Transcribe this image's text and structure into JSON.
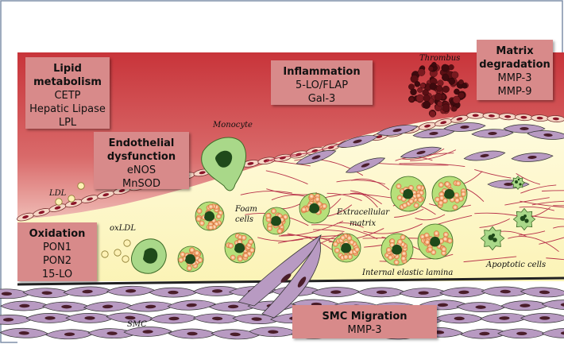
{
  "boxes": {
    "lipid": {
      "title_lines": [
        "Lipid",
        "metabolism"
      ],
      "items": [
        "CETP",
        "Hepatic Lipase",
        "LPL"
      ]
    },
    "endothelial": {
      "title_lines": [
        "Endothelial",
        "dysfunction"
      ],
      "items": [
        "eNOS",
        "MnSOD"
      ]
    },
    "oxidation": {
      "title_lines": [
        "Oxidation"
      ],
      "items": [
        "PON1",
        "PON2",
        "15-LO"
      ]
    },
    "inflammation": {
      "title_lines": [
        "Inflammation"
      ],
      "items": [
        "5-LO/FLAP",
        "Gal-3"
      ]
    },
    "matrix": {
      "title_lines": [
        "Matrix",
        "degradation"
      ],
      "items": [
        "MMP-3",
        "MMP-9"
      ]
    },
    "smc_migration": {
      "title_lines": [
        "SMC Migration"
      ],
      "items": [
        "MMP-3"
      ]
    }
  },
  "labels": {
    "thrombus": "Thrombus",
    "monocyte": "Monocyte",
    "ldl": "LDL",
    "oxldl": "oxLDL",
    "foam_cells_1": "Foam",
    "foam_cells_2": "cells",
    "extracellular_1": "Extracellular",
    "extracellular_2": "matrix",
    "apoptotic": "Apoptotic cells",
    "lamina": "Internal elastic lamina",
    "smc": "SMC"
  },
  "colors": {
    "lumen": "#c8343a",
    "intima": "#fdf8c8",
    "box": "#d88a8a",
    "smc": "#b89ac2",
    "foam": "#f3a772",
    "thrombus": "#5a0f14",
    "monocyte": "#a9d889"
  }
}
